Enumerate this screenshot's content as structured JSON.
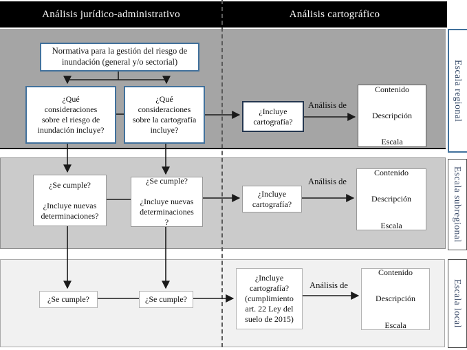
{
  "header": {
    "left_title": "Análisis jurídico-administrativo",
    "right_title": "Análisis cartográfico"
  },
  "scales": {
    "regional": "Escala regional",
    "subregional": "Escala subregional",
    "local": "Escala local"
  },
  "nodes": {
    "normativa": "Normativa para la gestión del riesgo de\ninundación (general y/o sectorial)",
    "que_riesgo": "¿Qué\nconsideraciones\nsobre el riesgo de\ninundación incluye?",
    "que_cartografia": "¿Qué\nconsideraciones\nsobre la cartografía\nincluye?",
    "incluye_regional": "¿Incluye\ncartografía?",
    "contenido_regional": "Contenido\n\nDescripción\n\nEscala",
    "cumple_subregional_1": "¿Se cumple?\n\n¿Incluye nuevas\ndeterminaciones?",
    "cumple_subregional_2": "¿Se cumple?\n\n¿Incluye nuevas\ndeterminaciones\n?",
    "incluye_subregional": "¿Incluye\ncartografía?",
    "contenido_subregional": "Contenido\n\nDescripción\n\nEscala",
    "cumple_local_1": "¿Se cumple?",
    "cumple_local_2": "¿Se cumple?",
    "incluye_local": "¿Incluye\ncartografía?\n(cumplimiento\nart. 22 Ley del\nsuelo de 2015)",
    "contenido_local": "Contenido\n\nDescripción\n\nEscala"
  },
  "arrow_labels": {
    "analisis_regional": "Análisis de",
    "analisis_subregional": "Análisis de",
    "analisis_local": "Análisis de"
  },
  "colors": {
    "header_bg": "#000000",
    "band_regional_bg": "#a5a5a5",
    "band_subregional_bg": "#cbcbcb",
    "band_local_bg": "#f1f1f1",
    "accent_box_border": "#41719c",
    "dark_box_border": "#24364f",
    "scale_label_text": "#2d4262",
    "connector": "#1a1a1a"
  }
}
